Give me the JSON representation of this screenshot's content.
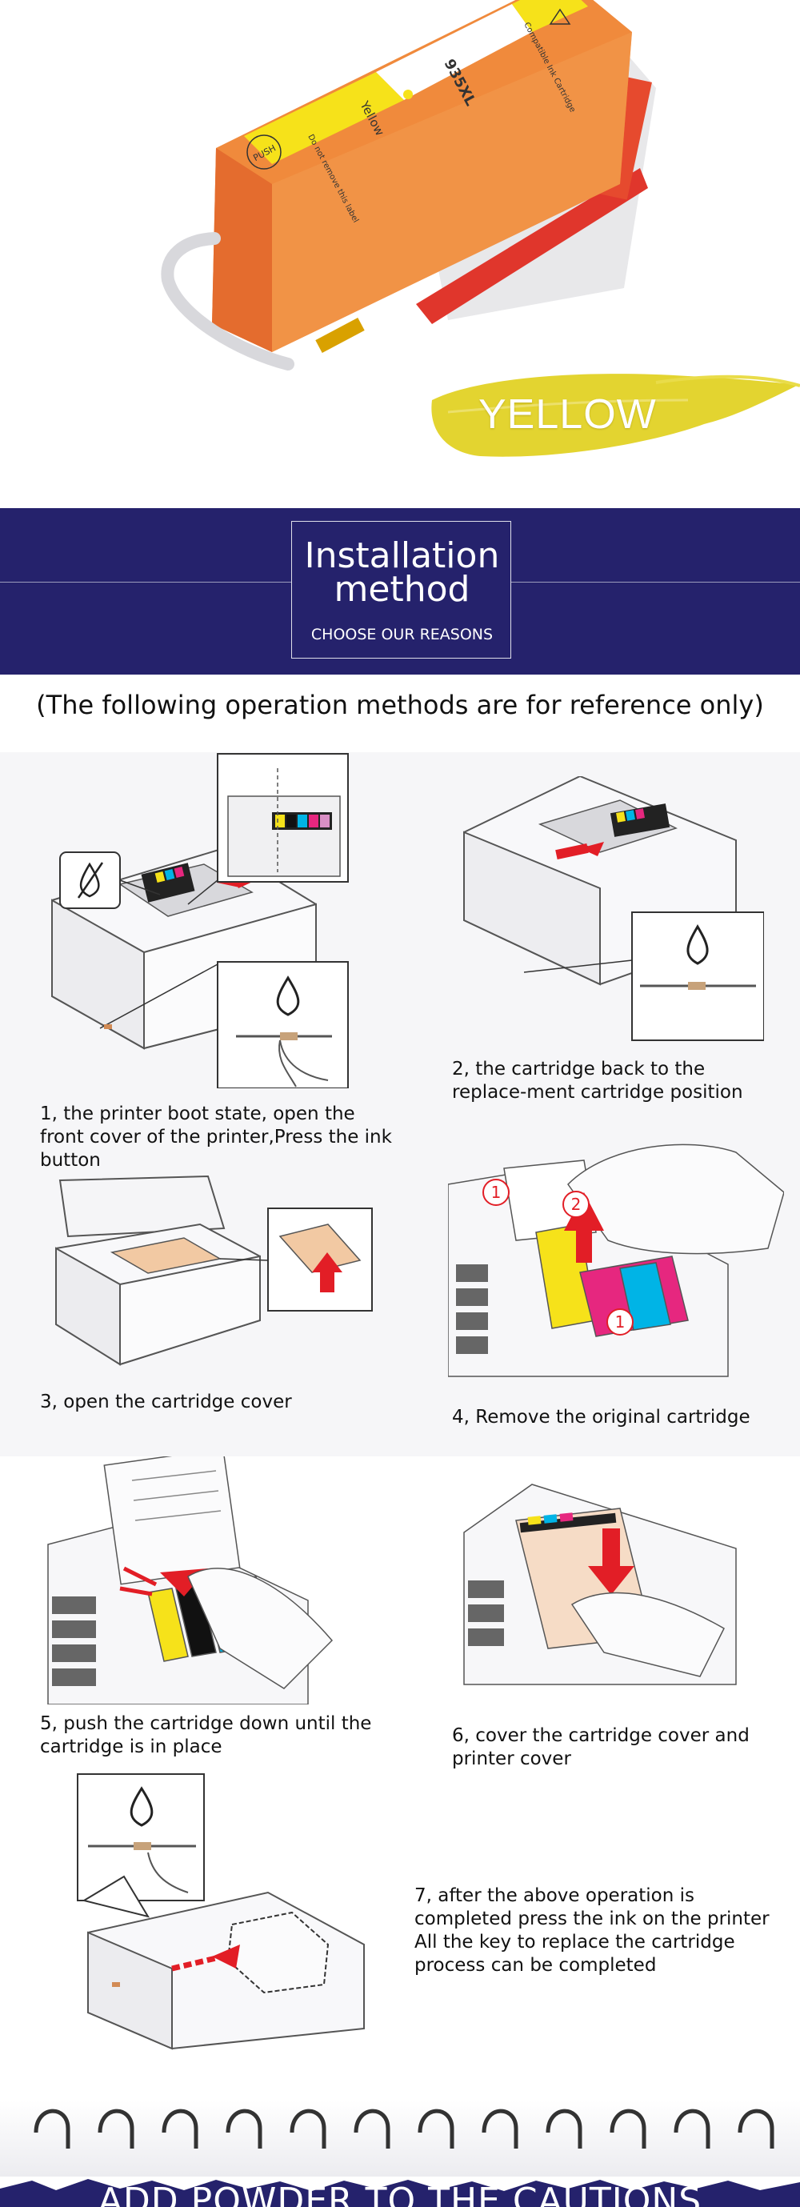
{
  "hero": {
    "cartridge": {
      "model_label": "935XL",
      "color_label": "Yellow",
      "compat_label": "Compatible Ink Cartridge",
      "push_label": "PUSH",
      "warning_label": "Do not remove this label"
    },
    "color_name": "YELLOW",
    "colors": {
      "cartridge_body": "#f08a3c",
      "brush_stroke": "#e3d430",
      "label_yellow": "#f6e21a"
    }
  },
  "banner": {
    "title_line1": "Installation",
    "title_line2": "method",
    "subtitle": "CHOOSE OUR REASONS",
    "background": "#25226c"
  },
  "note": "(The following operation methods are for reference only)",
  "steps": [
    {
      "number": 1,
      "caption": "1, the printer boot state, open the front cover of the printer,Press the ink button",
      "icon": "ink-drop-button-icon"
    },
    {
      "number": 2,
      "caption": "2, the cartridge back to the replace-ment cartridge position",
      "icon": "ink-drop-button-icon"
    },
    {
      "number": 3,
      "caption": "3, open the cartridge cover",
      "icon": "arrow-up-icon"
    },
    {
      "number": 4,
      "caption": "4, Remove the original cartridge",
      "icon": "arrow-up-icon"
    },
    {
      "number": 5,
      "caption": "5, push the cartridge down until the cartridge is in place",
      "icon": "arrow-down-icon"
    },
    {
      "number": 6,
      "caption": "6, cover the cartridge cover and printer cover",
      "icon": "arrow-down-icon"
    },
    {
      "number": 7,
      "caption": "7, after the above operation is completed press the ink on the printer All the key to replace the cartridge process can be completed",
      "icon": "ink-drop-button-icon"
    }
  ],
  "step_markers": [
    "1",
    "2",
    "1"
  ],
  "footer": {
    "title": "ADD POWDER TO THE CAUTIONS",
    "background": "#25226c"
  }
}
